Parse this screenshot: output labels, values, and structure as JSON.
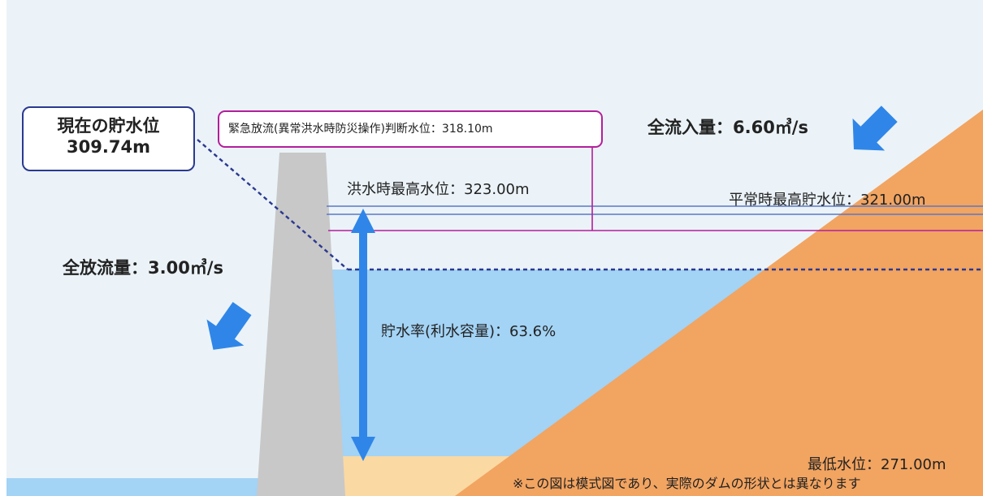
{
  "current_level": {
    "title": "現在の貯水位",
    "value": "309.74m"
  },
  "emergency_level": "緊急放流(異常洪水時防災操作)判断水位：318.10m",
  "flood_max_level": "洪水時最高水位：323.00m",
  "normal_max_level": "平常時最高貯水位：321.00m",
  "total_inflow": "全流入量：6.60㎥/s",
  "total_outflow": "全放流量：3.00㎥/s",
  "storage_rate": "貯水率(利水容量)：63.6%",
  "min_level": "最低水位：271.00m",
  "note": "※この図は模式図であり、実際のダムの形状とは異なります",
  "colors": {
    "sky": "#ebf3f8",
    "water": "#a3d3f5",
    "mountain": "#f2a461",
    "sand": "#fbd9a2",
    "dam": "#c8c8c8",
    "arrow_blue": "#2f86e8",
    "level_blue": "#5b78c6",
    "level_magenta": "#b41e9c",
    "current_line": "#2b3990"
  }
}
